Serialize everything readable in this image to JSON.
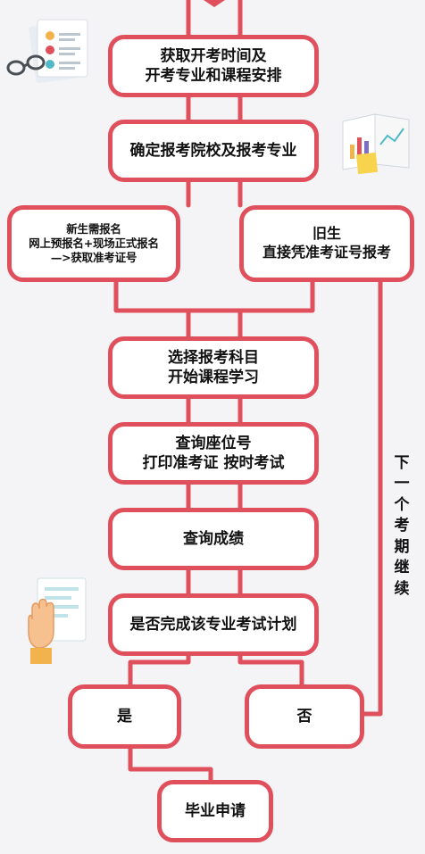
{
  "flowchart": {
    "step1": {
      "line1": "获取开考时间及",
      "line2": "开考专业和课程安排"
    },
    "step2": "确定报考院校及报考专业",
    "branch_new": {
      "line1": "新生需报名",
      "line2": "网上预报名+现场正式报名",
      "line3": "—>获取准考证号"
    },
    "branch_old": {
      "line1": "旧生",
      "line2": "直接凭准考证号报考"
    },
    "step4": {
      "line1": "选择报考科目",
      "line2": "开始课程学习"
    },
    "step5": {
      "line1": "查询座位号",
      "line2": "打印准考证  按时考试"
    },
    "step6": "查询成绩",
    "decision": "是否完成该专业考试计划",
    "yes": "是",
    "no": "否",
    "graduate": "毕业申请",
    "loop_label": [
      "下",
      "一",
      "个",
      "考",
      "期",
      "继",
      "续"
    ]
  },
  "colors": {
    "accent": "#e0505c",
    "background": "#f4f4f6",
    "box_fill": "#ffffff"
  }
}
